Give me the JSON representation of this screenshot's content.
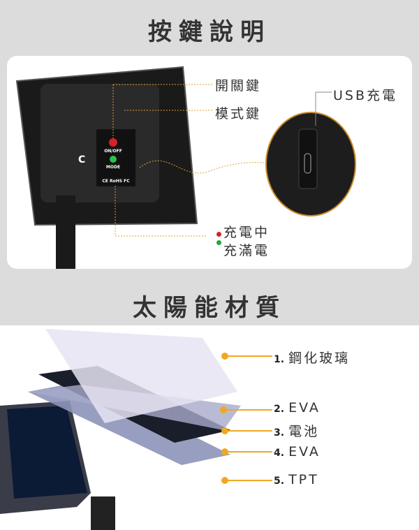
{
  "section1": {
    "title": "按鍵說明",
    "labels": {
      "power": "開關鍵",
      "mode": "模式鍵",
      "usb": "USB充電",
      "charging": "充電中",
      "full": "充滿電"
    },
    "device_text": {
      "onoff": "ON/OFF",
      "mode": "MODE",
      "cert": "CE RoHS FC",
      "logo": "C"
    },
    "colors": {
      "charging": "#d6202a",
      "full": "#1fa83a",
      "leader": "#e0a030"
    }
  },
  "section2": {
    "title": "太陽能材質",
    "layers": [
      {
        "num": "1.",
        "name": "鋼化玻璃"
      },
      {
        "num": "2.",
        "name": "EVA"
      },
      {
        "num": "3.",
        "name": "電池"
      },
      {
        "num": "4.",
        "name": "EVA"
      },
      {
        "num": "5.",
        "name": "TPT"
      }
    ],
    "colors": {
      "leader": "#f0a820"
    }
  }
}
